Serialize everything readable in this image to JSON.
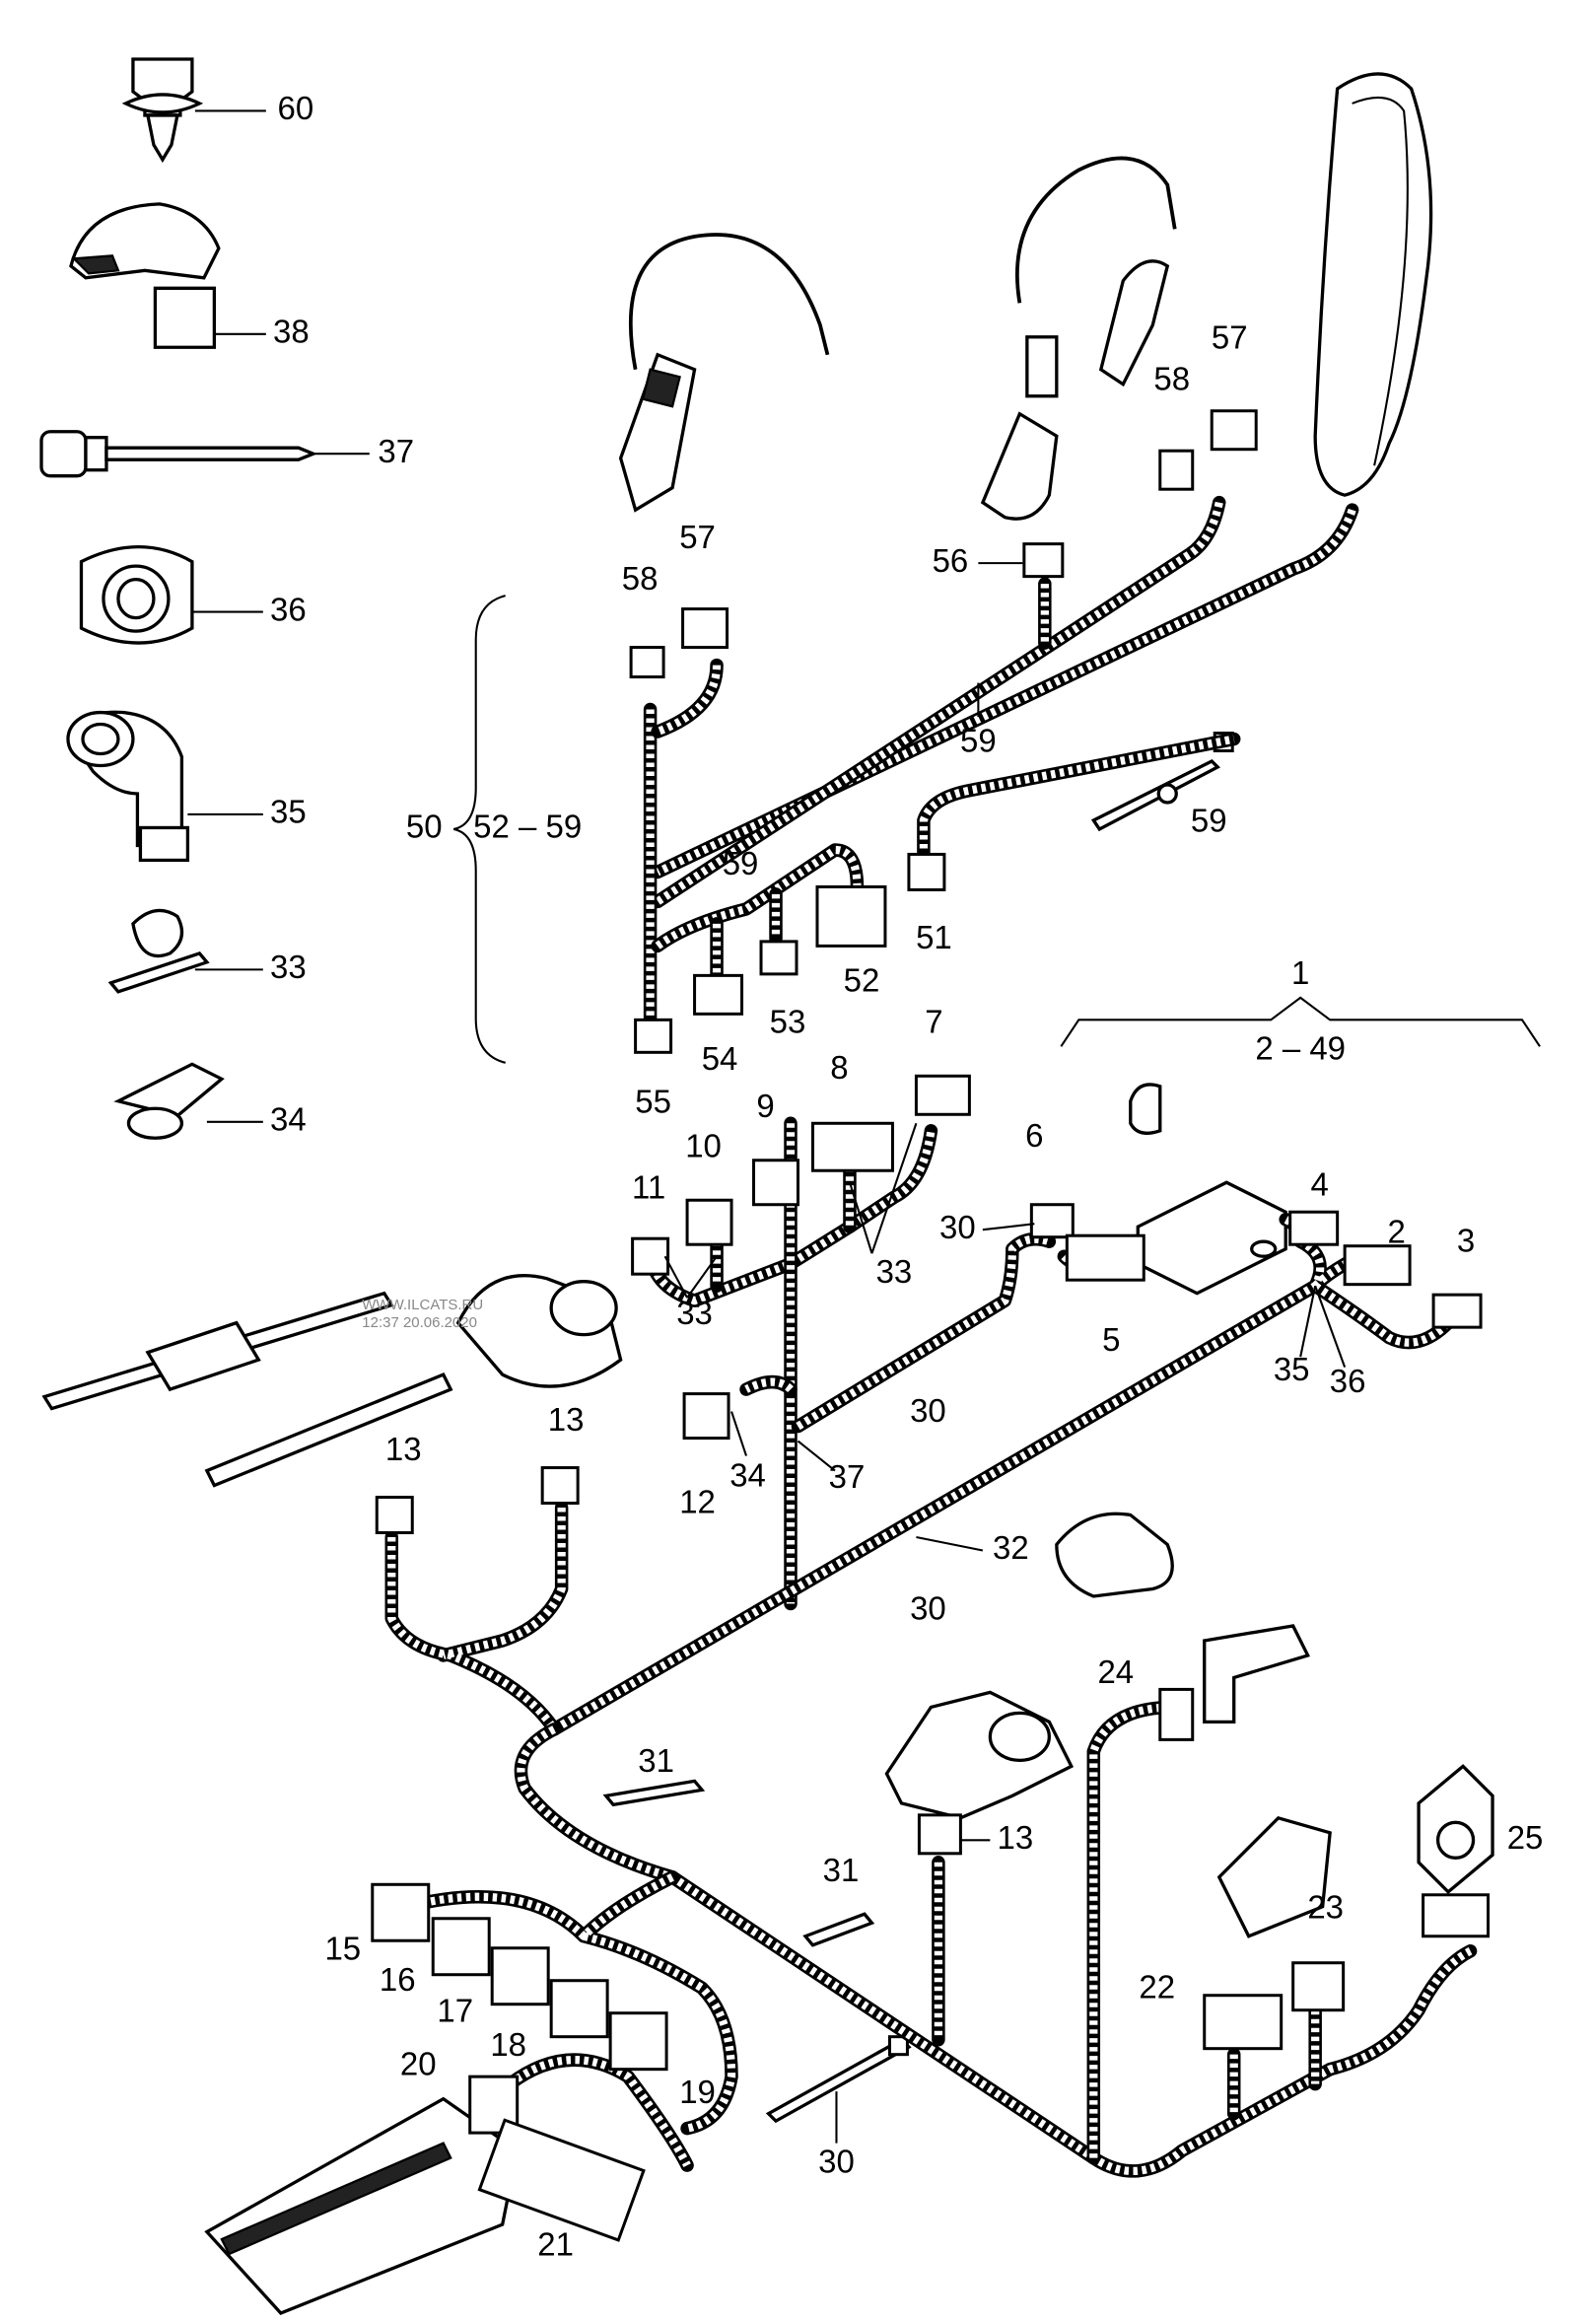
{
  "watermark": {
    "line1": "WWW.ILCATS.RU",
    "line2": "12:37 20.06.2020"
  },
  "callouts": [
    "60",
    "38",
    "37",
    "36",
    "35",
    "33",
    "34",
    "50",
    "52 – 59",
    "58",
    "57",
    "58",
    "57",
    "56",
    "59",
    "59",
    "59",
    "51",
    "52",
    "53",
    "54",
    "55",
    "1",
    "2 – 49",
    "7",
    "8",
    "9",
    "10",
    "11",
    "6",
    "30",
    "4",
    "2",
    "3",
    "33",
    "33",
    "5",
    "35",
    "36",
    "30",
    "13",
    "13",
    "12",
    "34",
    "37",
    "32",
    "30",
    "24",
    "31",
    "13",
    "25",
    "31",
    "23",
    "15",
    "16",
    "22",
    "17",
    "18",
    "19",
    "20",
    "30",
    "21"
  ]
}
